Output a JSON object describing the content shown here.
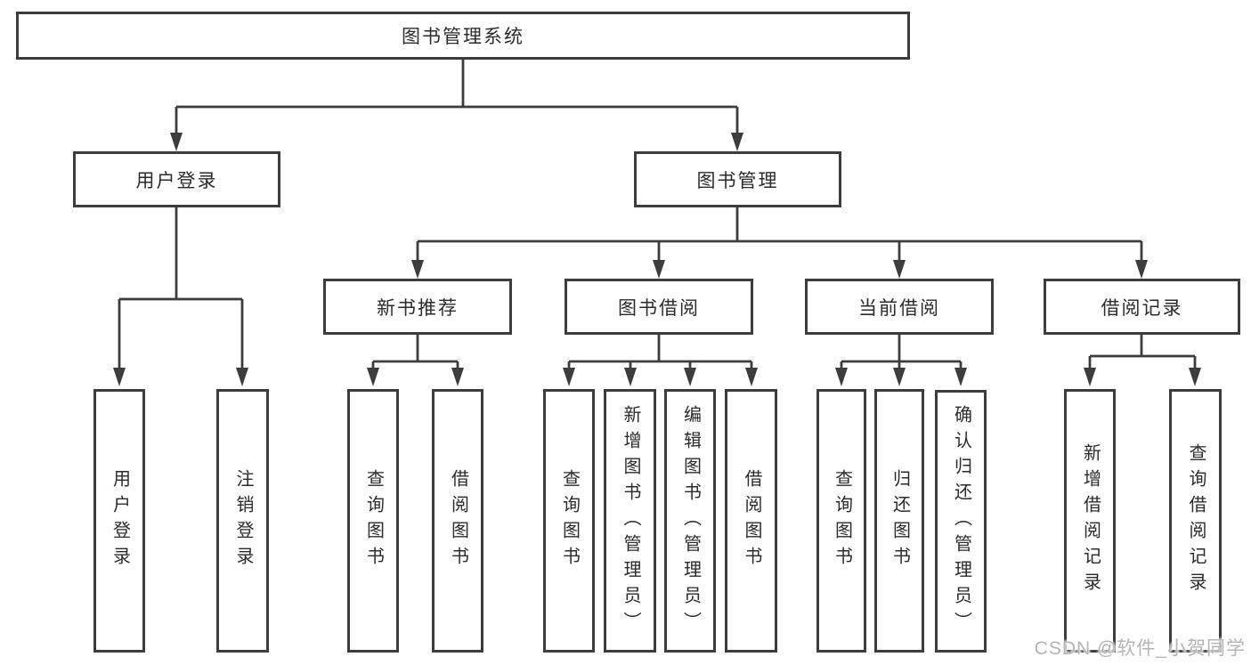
{
  "diagram": {
    "root": "图书管理系统",
    "branches": [
      {
        "label": "用户登录",
        "children": [
          "用户登录",
          "注销登录"
        ]
      },
      {
        "label": "图书管理",
        "groups": [
          {
            "label": "新书推荐",
            "children": [
              "查询图书",
              "借阅图书"
            ]
          },
          {
            "label": "图书借阅",
            "children": [
              "查询图书",
              "新增图书（管理员）",
              "编辑图书（管理员）",
              "借阅图书"
            ]
          },
          {
            "label": "当前借阅",
            "children": [
              "查询图书",
              "归还图书",
              "确认归还（管理员）"
            ]
          },
          {
            "label": "借阅记录",
            "children": [
              "新增借阅记录",
              "查询借阅记录"
            ]
          }
        ]
      }
    ]
  },
  "watermark": "CSDN @软件_小贺同学",
  "colors": {
    "line": "#3d3d3d",
    "ink": "#2b2b2b",
    "watermark": "#b5b5b5",
    "background": "#ffffff"
  }
}
